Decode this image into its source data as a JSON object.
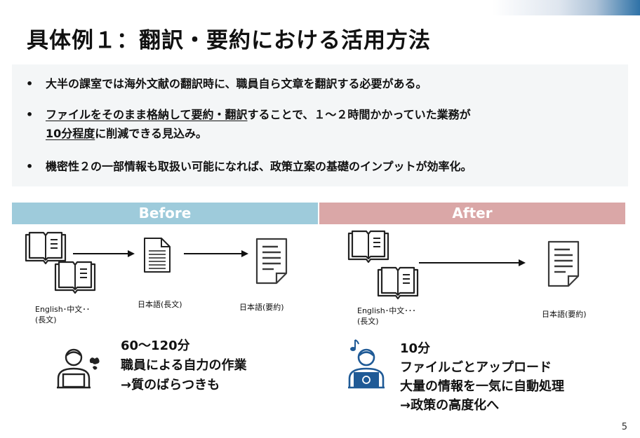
{
  "slide": {
    "title": "具体例１：翻訳・要約における活用方法",
    "page_number": "5"
  },
  "bullets": [
    {
      "marker": "•",
      "line1": "大半の課室では海外文献の翻訳時に、職員自ら文章を翻訳する必要がある。"
    },
    {
      "marker": "•",
      "line1_u": "ファイルをそのまま格納して要約・翻訳",
      "line1_rest": "することで、１～２時間かかっていた業務が",
      "line2_u": "10分程度",
      "line2_rest": "に削減できる見込み。"
    },
    {
      "marker": "•",
      "line1": "機密性２の一部情報も取扱い可能になれば、政策立案の基礎のインプットが効率化。"
    }
  ],
  "before": {
    "header": "Before",
    "source_label_1": "English･中文･･",
    "source_label_2": "(長文)",
    "mid_label": "日本語(長文)",
    "end_label": "日本語(要約)",
    "summary_1": "60～120分",
    "summary_2": "職員による自力の作業",
    "summary_3": "→質のばらつきも"
  },
  "after": {
    "header": "After",
    "source_label_1": "English･中文･･･",
    "source_label_2": "(長文)",
    "end_label": "日本語(要約)",
    "summary_1": "10分",
    "summary_2": "ファイルごとアップロード",
    "summary_3": "大量の情報を一気に自動処理",
    "summary_4": "→政策の高度化へ"
  },
  "icons": {
    "book": "open-book-icon",
    "document": "document-icon",
    "worker": "person-laptop-icon",
    "music": "music-note-icon"
  },
  "colors": {
    "before_header": "#9ecbdb",
    "after_header": "#daa7a7",
    "bullet_panel": "#f4f6f7",
    "accent_blue": "#1f5a96"
  }
}
